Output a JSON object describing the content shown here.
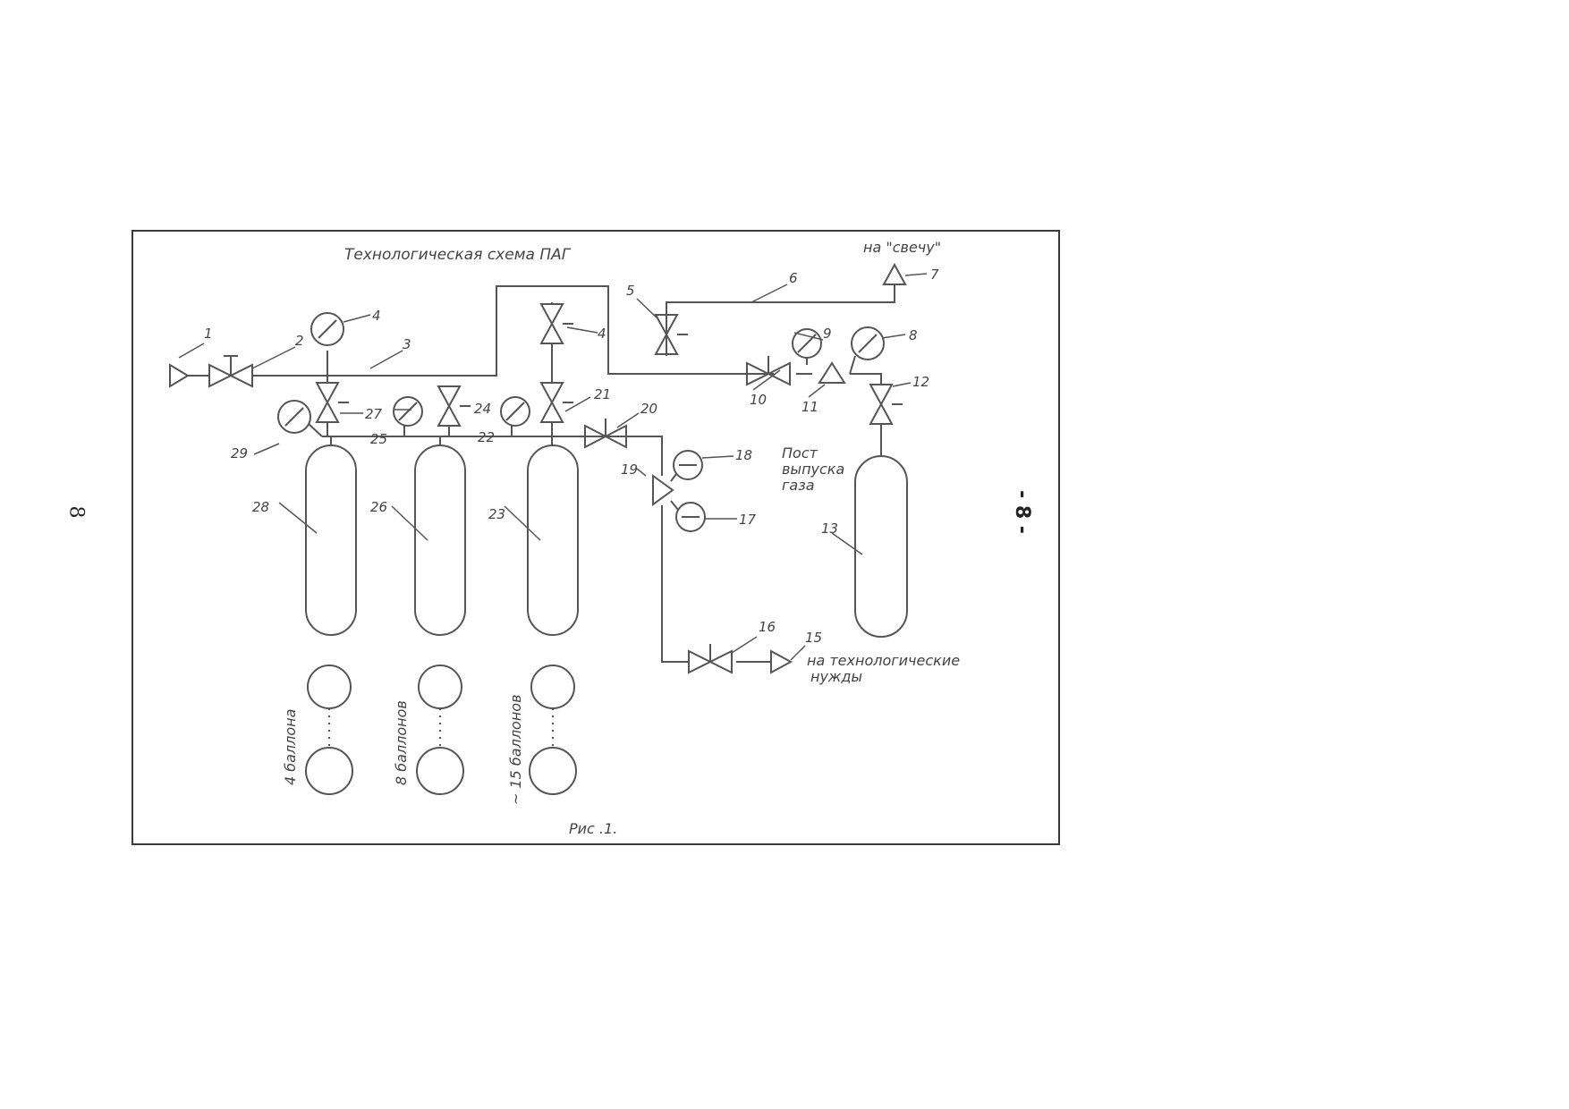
{
  "margin_number": "8",
  "page_number": "- 8 -",
  "diagram": {
    "title": "Технологическая схема ПАГ",
    "caption": "Рис .1.",
    "labels": {
      "to_candle": "на \"свечу\"",
      "post_line1": "Пост",
      "post_line2": "выпуска",
      "post_line3": "газа",
      "tech_line1": "на технологические",
      "tech_line2": "нужды",
      "group1": "4 баллона",
      "group2": "8 баллонов",
      "group3": "~ 15 баллонов"
    },
    "numbers": {
      "n1": "1",
      "n2": "2",
      "n3": "3",
      "n4a": "4",
      "n4b": "4",
      "n5": "5",
      "n6": "6",
      "n7": "7",
      "n8": "8",
      "n9": "9",
      "n10": "10",
      "n11": "11",
      "n12": "12",
      "n13": "13",
      "n15": "15",
      "n16": "16",
      "n17": "17",
      "n18": "18",
      "n19": "19",
      "n20": "20",
      "n21": "21",
      "n22": "22",
      "n23": "23",
      "n24": "24",
      "n25": "25",
      "n26": "26",
      "n27": "27",
      "n28": "28",
      "n29": "29"
    },
    "colors": {
      "line": "#555555",
      "frame": "#3a3a3a"
    }
  }
}
